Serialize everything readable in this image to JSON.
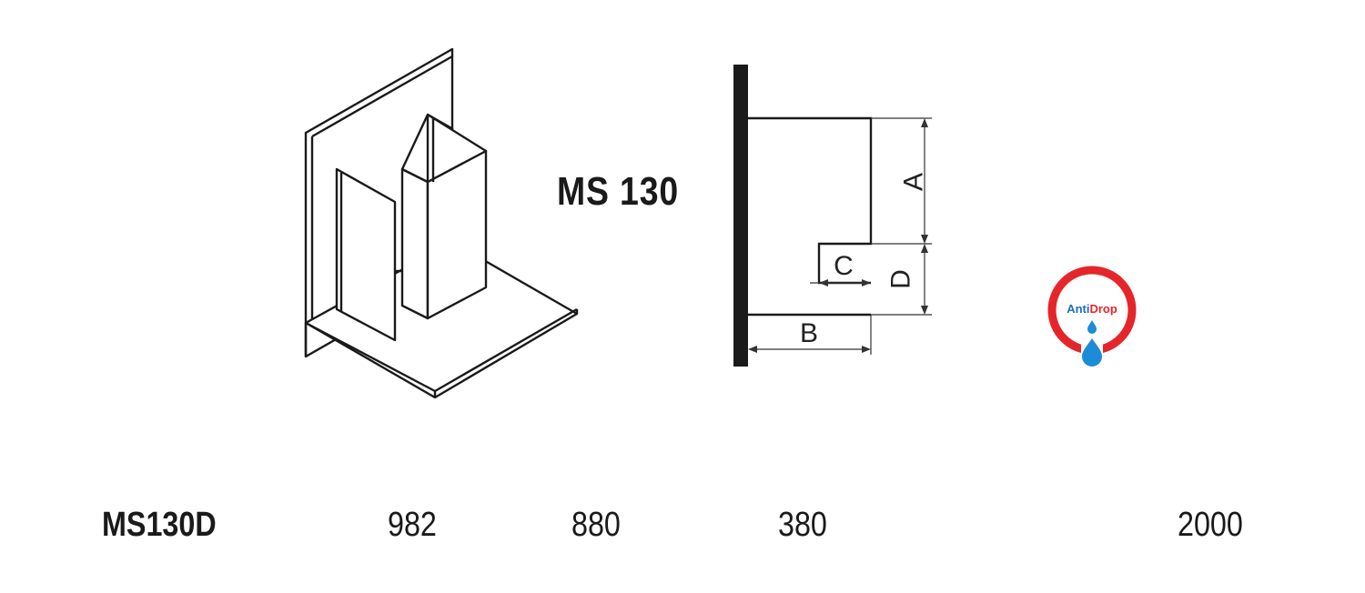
{
  "model": {
    "title": "MS 130"
  },
  "dimensions": {
    "a": "A",
    "b": "B",
    "c": "C",
    "d": "D"
  },
  "badge": {
    "part1": "Anti",
    "part2": "Drop"
  },
  "table": {
    "row": {
      "code": "MS130D",
      "values": [
        "982",
        "880",
        "380",
        "2000"
      ]
    }
  },
  "colors": {
    "line": "#1a1a1a",
    "ring": "#e4262a",
    "drop": "#1e8bd6"
  }
}
